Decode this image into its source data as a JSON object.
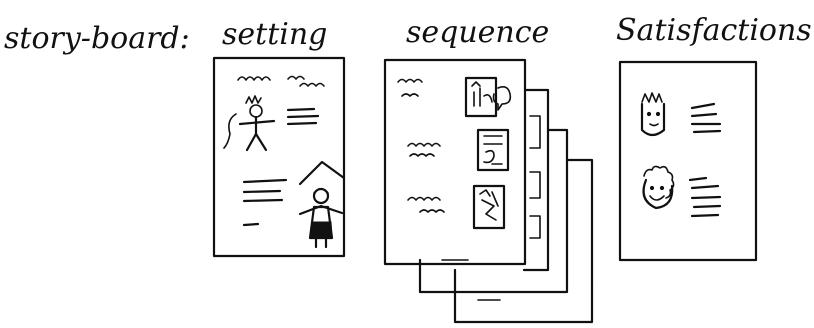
{
  "labels": {
    "storyboard": "story-board:",
    "setting": "setting",
    "sequence": "sequence",
    "satisfaction": "Satisfactions"
  }
}
